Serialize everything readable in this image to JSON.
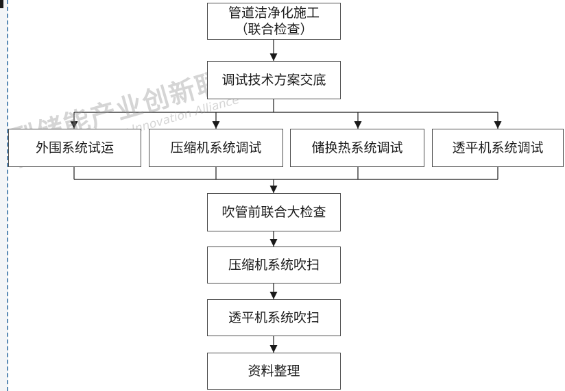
{
  "steps": {
    "s1_line1": "管道洁净化施工",
    "s1_line2": "（联合检查）",
    "s2": "调试技术方案交底",
    "p1": "外围系统试运",
    "p2": "压缩机系统调试",
    "p3": "储换热系统调试",
    "p4": "透平机系统调试",
    "s3": "吹管前联合大检查",
    "s4": "压缩机系统吹扫",
    "s5": "透平机系统吹扫",
    "s6": "资料整理"
  },
  "watermark": {
    "cn": "型储能产业创新联盟",
    "en": "gy Storage Industry Innovation Alliance"
  },
  "colors": {
    "line": "#1a1a1a",
    "box_border": "#4a4a4a",
    "left_edge_dash": "#5b8bb5",
    "watermark": "#969696"
  }
}
